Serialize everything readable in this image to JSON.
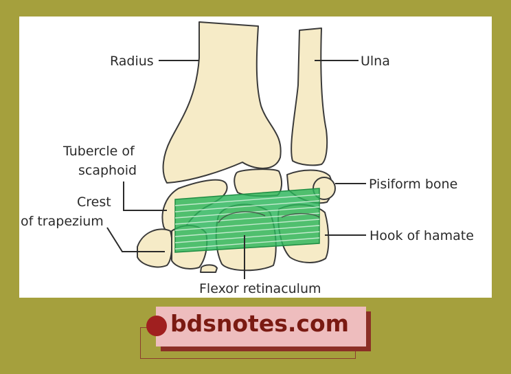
{
  "labels": {
    "radius": "Radius",
    "ulna": "Ulna",
    "tubercle_line1": "Tubercle of",
    "tubercle_line2": "scaphoid",
    "pisiform": "Pisiform bone",
    "crest_line1": "Crest",
    "crest_line2": "of trapezium",
    "hook": "Hook of hamate",
    "flexor": "Flexor retinaculum"
  },
  "brand": {
    "text": "bdsnotes.com"
  },
  "colors": {
    "background": "#a5a03d",
    "bone_fill": "#f6ebc7",
    "retinaculum": "#2bb45a",
    "brand_box": "#eebdbe",
    "brand_accent": "#a01f1f"
  }
}
